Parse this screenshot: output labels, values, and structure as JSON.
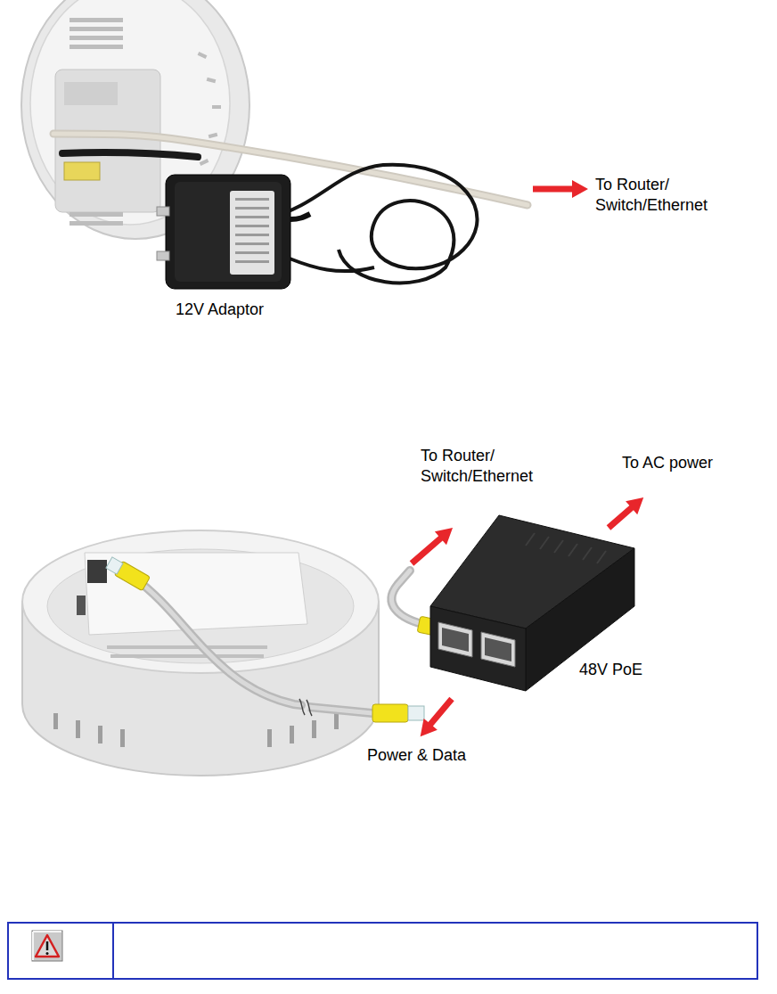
{
  "diagram": {
    "labels": [
      "12V Adaptor",
      "To Router/ Switch/Ethernet",
      "To Router/ Switch/Ethernet",
      "To AC power",
      "48V PoE",
      "Power & Data"
    ]
  }
}
